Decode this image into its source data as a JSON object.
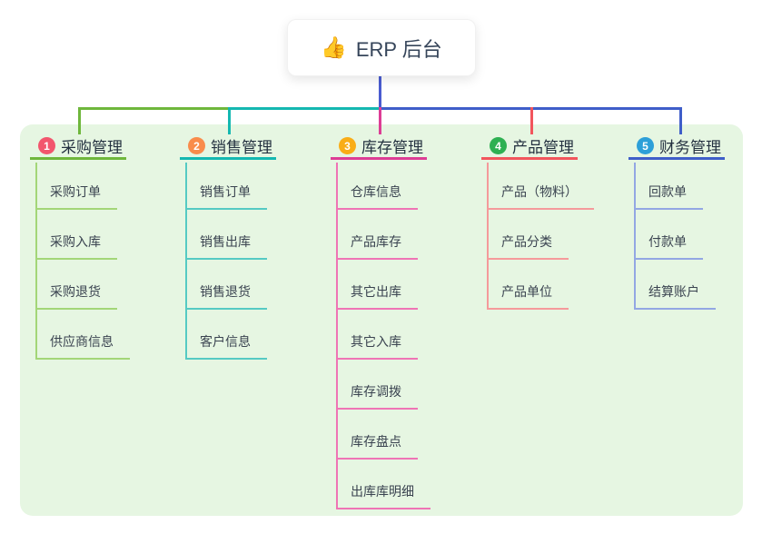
{
  "root": {
    "icon": "👍",
    "icon_name": "thumbs-up-icon",
    "label": "ERP 后台"
  },
  "panel": {
    "bg_color": "#e6f6e2"
  },
  "connector": {
    "root_line_color": "#4a5cd0"
  },
  "branches": [
    {
      "badge": "1",
      "badge_color": "#f2566d",
      "title": "采购管理",
      "line_color": "#6fb73c",
      "child_line_color": "#a3d678",
      "children": [
        "采购订单",
        "采购入库",
        "采购退货",
        "供应商信息"
      ]
    },
    {
      "badge": "2",
      "badge_color": "#f98c4b",
      "title": "销售管理",
      "line_color": "#14b8b1",
      "child_line_color": "#55cac3",
      "children": [
        "销售订单",
        "销售出库",
        "销售退货",
        "客户信息"
      ]
    },
    {
      "badge": "3",
      "badge_color": "#f9ad17",
      "title": "库存管理",
      "line_color": "#dd3d95",
      "child_line_color": "#ef74b5",
      "children": [
        "仓库信息",
        "产品库存",
        "其它出库",
        "其它入库",
        "库存调拨",
        "库存盘点",
        "出库库明细"
      ]
    },
    {
      "badge": "4",
      "badge_color": "#2eb052",
      "title": "产品管理",
      "line_color": "#f2555c",
      "child_line_color": "#f59a9b",
      "children": [
        "产品（物料）",
        "产品分类",
        "产品单位"
      ]
    },
    {
      "badge": "5",
      "badge_color": "#2d9fd8",
      "title": "财务管理",
      "line_color": "#3f5ec9",
      "child_line_color": "#93a7e3",
      "children": [
        "回款单",
        "付款单",
        "结算账户"
      ]
    }
  ]
}
